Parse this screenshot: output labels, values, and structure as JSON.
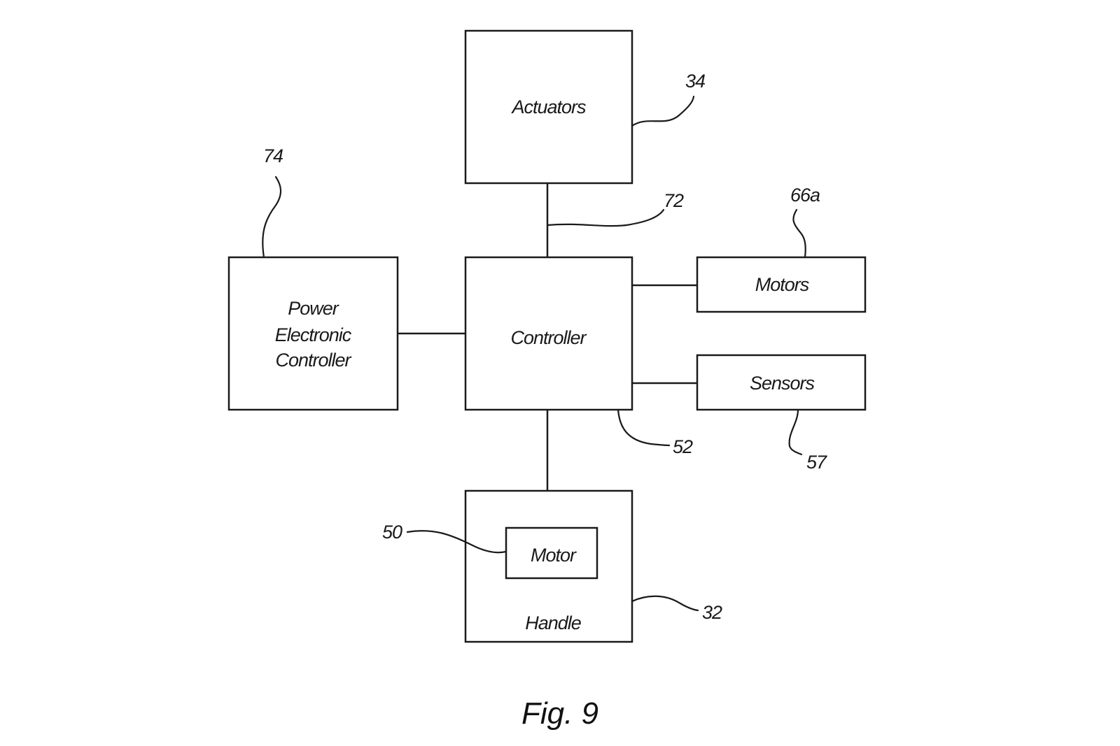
{
  "figure": {
    "caption": "Fig. 9",
    "blocks": {
      "actuators": "Actuators",
      "power_electronic_controller": [
        "Power",
        "Electronic",
        "Controller"
      ],
      "controller": "Controller",
      "motors": "Motors",
      "sensors": "Sensors",
      "handle": "Handle",
      "motor": "Motor"
    },
    "reference_numerals": {
      "actuators": "34",
      "bus": "72",
      "power_electronic_controller": "74",
      "motors": "66a",
      "controller": "52",
      "sensors": "57",
      "motor": "50",
      "handle": "32"
    },
    "connections": [
      {
        "from": "Controller",
        "to": "Actuators"
      },
      {
        "from": "Controller",
        "to": "Power Electronic Controller"
      },
      {
        "from": "Controller",
        "to": "Motors"
      },
      {
        "from": "Controller",
        "to": "Sensors"
      },
      {
        "from": "Controller",
        "to": "Handle"
      }
    ]
  }
}
